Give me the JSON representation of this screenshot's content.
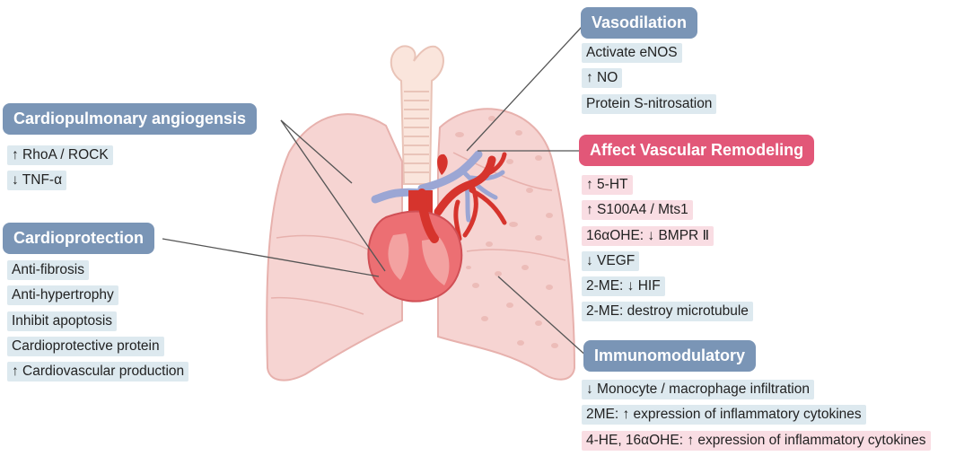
{
  "panels": {
    "cardiopulmonary": {
      "title": "Cardiopulmonary angiogensis",
      "items": [
        "↑ RhoA / ROCK",
        "↓ TNF-α"
      ]
    },
    "cardioprotection": {
      "title": "Cardioprotection",
      "items": [
        "Anti-fibrosis",
        "Anti-hypertrophy",
        "Inhibit apoptosis",
        "Cardioprotective protein",
        "↑ Cardiovascular production"
      ]
    },
    "vasodilation": {
      "title": "Vasodilation",
      "items": [
        "Activate eNOS",
        "↑ NO",
        "Protein S-nitrosation"
      ]
    },
    "remodeling": {
      "title": "Affect Vascular Remodeling",
      "items": [
        "↑ 5-HT",
        "↑ S100A4 / Mts1",
        "16αOHE: ↓ BMPR Ⅱ",
        "↓ VEGF",
        "2-ME: ↓ HIF",
        "2-ME:  destroy microtubule"
      ]
    },
    "immuno": {
      "title": "Immunomodulatory",
      "items": [
        "↓ Monocyte / macrophage infiltration",
        "2ME: ↑ expression of inflammatory cytokines",
        "4-HE, 16αOHE: ↑ expression of inflammatory cytokines"
      ]
    }
  },
  "colors": {
    "header_blue": "#7a95b6",
    "header_pink": "#e25778",
    "item_blue": "#dde9ef",
    "item_pink": "#f9dde3",
    "lung": "#f6d4d2",
    "heart": "#ec6f73",
    "artery": "#d6342d",
    "vein": "#9ba6d4"
  },
  "icons": [
    "lungs-illustration",
    "heart-illustration",
    "trachea-illustration",
    "pulmonary-vessels-illustration"
  ]
}
